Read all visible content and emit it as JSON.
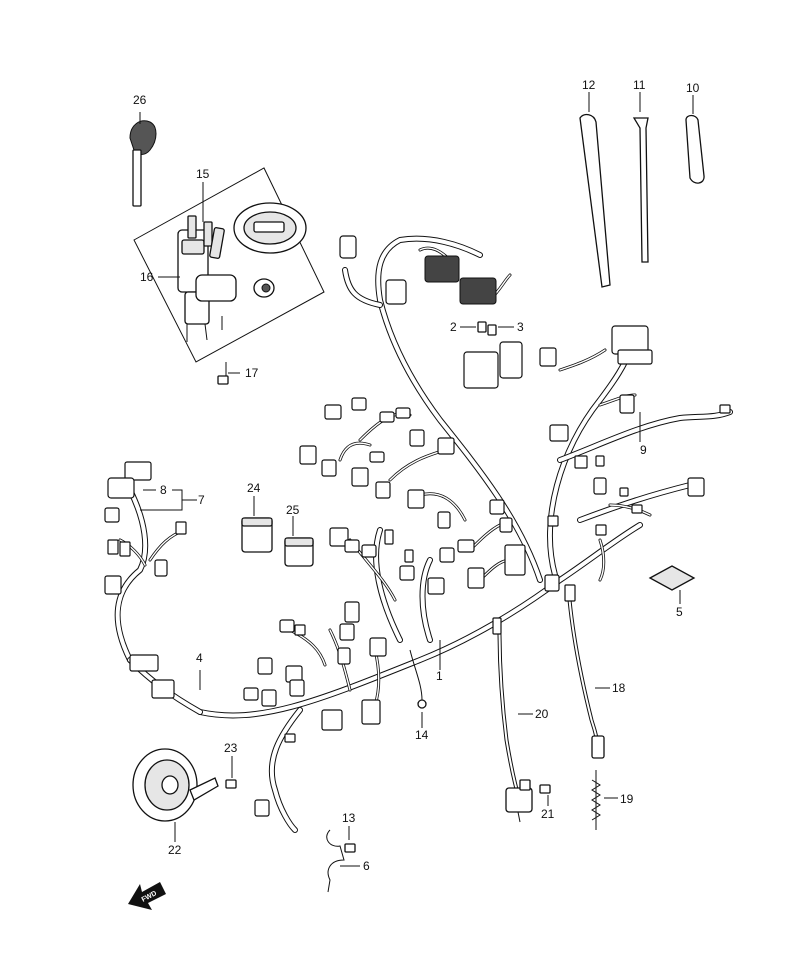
{
  "diagram": {
    "labels": {
      "p1": "1",
      "p2": "2",
      "p3": "3",
      "p4": "4",
      "p5": "5",
      "p6": "6",
      "p7": "7",
      "p8": "8",
      "p9": "9",
      "p10": "10",
      "p11": "11",
      "p12": "12",
      "p13": "13",
      "p14": "14",
      "p15": "15",
      "p16": "16",
      "p17": "17",
      "p18": "18",
      "p19": "19",
      "p20": "20",
      "p21": "21",
      "p22": "22",
      "p23": "23",
      "p24": "24",
      "p25": "25",
      "p26": "26"
    },
    "fwd": "FWD"
  }
}
